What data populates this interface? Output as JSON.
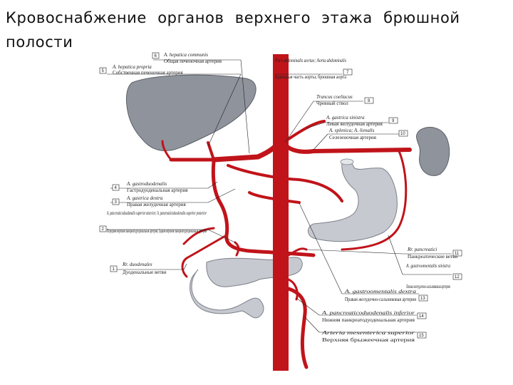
{
  "title": "Кровоснабжение органов верхнего этажа брюшной полости",
  "colors": {
    "artery": "#c0141a",
    "organ": "#8f939c",
    "organ_light": "#c6c9d0",
    "text": "#222222"
  },
  "labels": [
    {
      "num": "6",
      "latin": "A. hepatica communis",
      "russian": "Общая печеночная артерия"
    },
    {
      "num": "5",
      "latin": "A. hepatica propria",
      "russian": "Собственная печеночная артерия"
    },
    {
      "num": "7",
      "latin": "Pars abdominalis aortae; Aorta abdominalis",
      "russian": "Брюшная часть аорты; брюшная аорта"
    },
    {
      "num": "8",
      "latin": "Truncus coeliacus",
      "russian": "Чревный ствол"
    },
    {
      "num": "9",
      "latin": "A. gastrica sinistra",
      "russian": "Левая желудочная артерия"
    },
    {
      "num": "10",
      "latin": "A. splenica; A. lienalis",
      "russian": "Селезеночная артерия"
    },
    {
      "num": "4",
      "latin": "A. gastroduodenalis",
      "russian": "Гастродуоденальная артерия"
    },
    {
      "num": "3",
      "latin": "A. gastrica dextra",
      "russian": "Правая желудочная артерия"
    },
    {
      "num": "2",
      "latin": "A. pancreaticoduodenalis superior anterior; A. pancreaticoduodenalis superior posterior",
      "russian": "Передняя верхняя панкреатодуоденальная артерия; Задняя верхняя панкреатодуоденальная артерия"
    },
    {
      "num": "1",
      "latin": "Rr. duodenales",
      "russian": "Дуоденальные ветви"
    },
    {
      "num": "11",
      "latin": "Rr. pancreatici",
      "russian": "Панкреатические ветви"
    },
    {
      "num": "12",
      "latin": "A. gastroomentalis sinistra",
      "russian": "Левая желудочно-сальниковая артерия"
    },
    {
      "num": "13",
      "latin": "A. gastroomentalis dextra",
      "russian": "Правая желудочно-сальниковая артерия"
    },
    {
      "num": "14",
      "latin": "A. pancreaticoduodenalis inferior",
      "russian": "Нижняя панкреатодуоденальная артерия"
    },
    {
      "num": "15",
      "latin": "Arteria mesenterica superior",
      "russian": "Верхняя брыжеечная артерия"
    }
  ]
}
